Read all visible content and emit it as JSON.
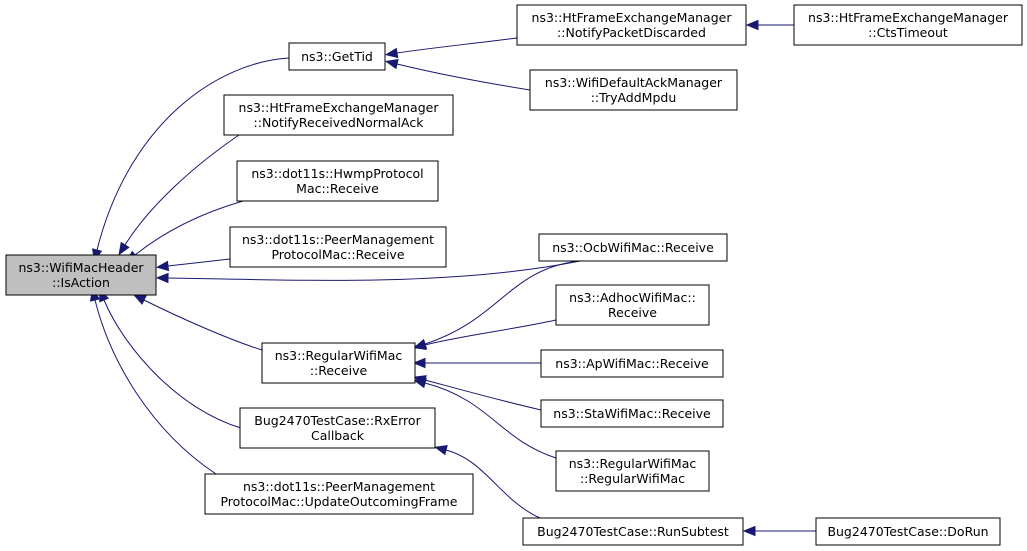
{
  "graph": {
    "nodes": {
      "isaction": [
        "ns3::WifiMacHeader",
        "::IsAction"
      ],
      "gettid": [
        "ns3::GetTid"
      ],
      "htfem_notifypacketdiscarded": [
        "ns3::HtFrameExchangeManager",
        "::NotifyPacketDiscarded"
      ],
      "htfem_ctstimeout": [
        "ns3::HtFrameExchangeManager",
        "::CtsTimeout"
      ],
      "wifidefaultack_tryaddmpdu": [
        "ns3::WifiDefaultAckManager",
        "::TryAddMpdu"
      ],
      "htfem_notifyreceivednormalack": [
        "ns3::HtFrameExchangeManager",
        "::NotifyReceivedNormalAck"
      ],
      "hwmp_mac_receive": [
        "ns3::dot11s::HwmpProtocol",
        "Mac::Receive"
      ],
      "peermgmt_mac_receive": [
        "ns3::dot11s::PeerManagement",
        "ProtocolMac::Receive"
      ],
      "ocb_receive": [
        "ns3::OcbWifiMac::Receive"
      ],
      "regular_receive": [
        "ns3::RegularWifiMac",
        "::Receive"
      ],
      "adhoc_receive": [
        "ns3::AdhocWifiMac::",
        "Receive"
      ],
      "ap_receive": [
        "ns3::ApWifiMac::Receive"
      ],
      "sta_receive": [
        "ns3::StaWifiMac::Receive"
      ],
      "regular_ctor": [
        "ns3::RegularWifiMac",
        "::RegularWifiMac"
      ],
      "bug_rxerror": [
        "Bug2470TestCase::RxError",
        "Callback"
      ],
      "peermgmt_updateoutcoming": [
        "ns3::dot11s::PeerManagement",
        "ProtocolMac::UpdateOutcomingFrame"
      ],
      "bug_runsubtest": [
        "Bug2470TestCase::RunSubtest"
      ],
      "bug_dorun": [
        "Bug2470TestCase::DoRun"
      ]
    },
    "edges": [
      {
        "from": "gettid",
        "to": "isaction"
      },
      {
        "from": "htfem_notifyreceivednormalack",
        "to": "isaction"
      },
      {
        "from": "hwmp_mac_receive",
        "to": "isaction"
      },
      {
        "from": "peermgmt_mac_receive",
        "to": "isaction"
      },
      {
        "from": "ocb_receive",
        "to": "isaction"
      },
      {
        "from": "regular_receive",
        "to": "isaction"
      },
      {
        "from": "bug_rxerror",
        "to": "isaction"
      },
      {
        "from": "peermgmt_updateoutcoming",
        "to": "isaction"
      },
      {
        "from": "htfem_notifypacketdiscarded",
        "to": "gettid"
      },
      {
        "from": "wifidefaultack_tryaddmpdu",
        "to": "gettid"
      },
      {
        "from": "htfem_ctstimeout",
        "to": "htfem_notifypacketdiscarded"
      },
      {
        "from": "ocb_receive",
        "to": "regular_receive"
      },
      {
        "from": "adhoc_receive",
        "to": "regular_receive"
      },
      {
        "from": "ap_receive",
        "to": "regular_receive"
      },
      {
        "from": "sta_receive",
        "to": "regular_receive"
      },
      {
        "from": "regular_ctor",
        "to": "regular_receive"
      },
      {
        "from": "bug_runsubtest",
        "to": "bug_rxerror"
      },
      {
        "from": "bug_dorun",
        "to": "bug_runsubtest"
      }
    ],
    "colors": {
      "edge": "#191970",
      "focus_fill": "#bfbfbf",
      "node_fill": "#ffffff",
      "node_border": "#000000"
    }
  }
}
